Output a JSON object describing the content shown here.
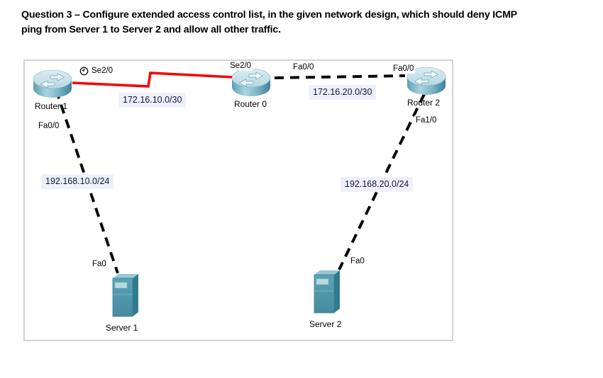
{
  "question": {
    "line1": "Question 3 – Configure extended access control list, in the given network design, which should deny ICMP",
    "line2": "ping from Server 1 to Server 2 and allow all other traffic."
  },
  "diagram": {
    "devices": {
      "router1": {
        "name": "Router 1",
        "type": "router"
      },
      "router0": {
        "name": "Router 0",
        "type": "router"
      },
      "router2": {
        "name": "Router 2",
        "type": "router"
      },
      "server1": {
        "name": "Server 1",
        "type": "server"
      },
      "server2": {
        "name": "Server 2",
        "type": "server"
      }
    },
    "ports": {
      "router1_serial": "Se2/0",
      "router1_fast": "Fa0/0",
      "router0_serial": "Se2/0",
      "router0_fast": "Fa0/0",
      "router2_fast0": "Fa0/0",
      "router2_fast1": "Fa1/0",
      "server1_fast": "Fa0",
      "server2_fast": "Fa0"
    },
    "subnets": {
      "serial_wan": "172.16.10.0/30",
      "ethernet_wan": "172.16.20.0/30",
      "lan1": "192.168.10.0/24",
      "lan2": "192.168.20.0/24"
    },
    "links": [
      {
        "from": "Router 1 (Se2/0)",
        "to": "Router 0 (Se2/0)",
        "type": "serial-dce-clock",
        "network": "172.16.10.0/30",
        "color": "#f40000"
      },
      {
        "from": "Router 0 (Fa0/0)",
        "to": "Router 2 (Fa0/0)",
        "type": "ethernet",
        "network": "172.16.20.0/30",
        "color": "#0a0a0a"
      },
      {
        "from": "Router 1 (Fa0/0)",
        "to": "Server 1 (Fa0)",
        "type": "ethernet",
        "network": "192.168.10.0/24",
        "color": "#0a0a0a"
      },
      {
        "from": "Router 2 (Fa1/0)",
        "to": "Server 2 (Fa0)",
        "type": "ethernet",
        "network": "192.168.20.0/24",
        "color": "#0a0a0a"
      }
    ],
    "colors": {
      "serial_link": "#f40000",
      "ethernet_link": "#0a0a0a",
      "subnet_label_bg": "#eef1fb",
      "diagram_border": "#d2d2d2",
      "device_teal": "#4e9aae"
    }
  }
}
